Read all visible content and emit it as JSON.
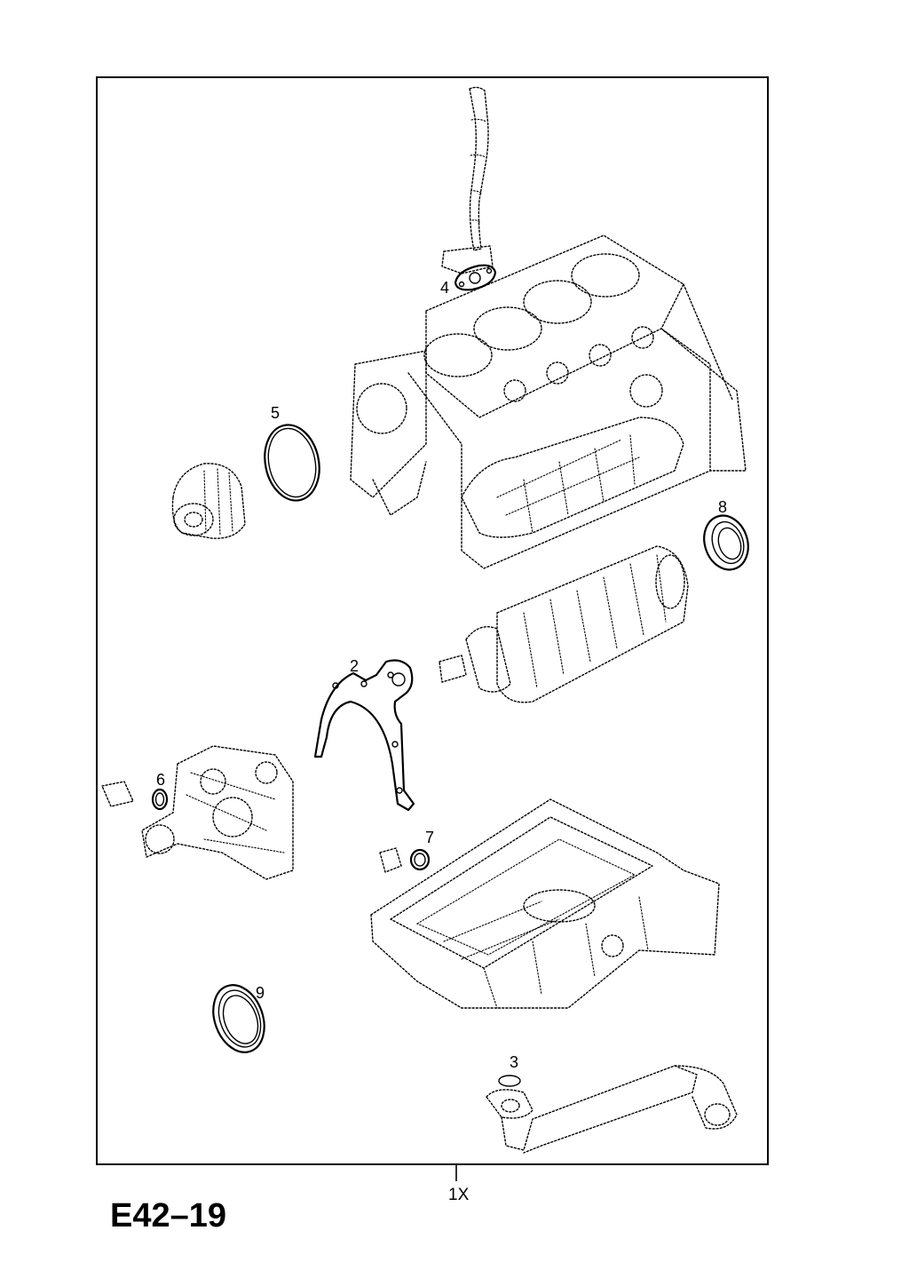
{
  "diagram_code": "E42–19",
  "quantity_label": "1X",
  "callouts": {
    "c2": "2",
    "c3": "3",
    "c4": "4",
    "c5": "5",
    "c6": "6",
    "c7": "7",
    "c8": "8",
    "c9": "9"
  }
}
